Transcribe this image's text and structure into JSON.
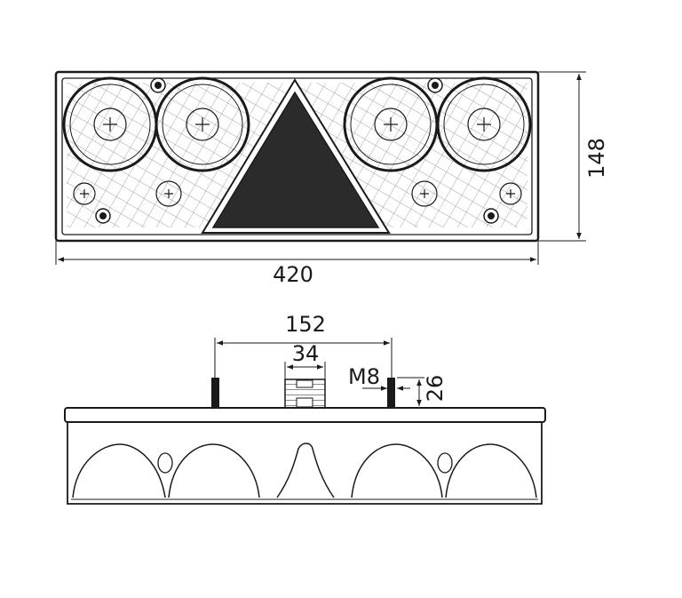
{
  "dimensions": {
    "overall_width": "420",
    "overall_height": "148",
    "bolt_spacing": "152",
    "connector_width": "34",
    "bolt_thread": "M8",
    "bolt_length": "26"
  },
  "colors": {
    "line": "#1a1a1a",
    "reflector": "#2b2b2b",
    "background": "#ffffff"
  }
}
